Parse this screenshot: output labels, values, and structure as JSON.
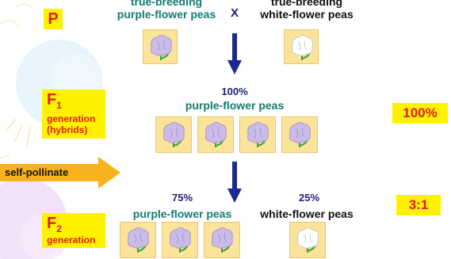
{
  "p_label": "P",
  "x_symbol": "X",
  "parents": {
    "left_line1": "true-breeding",
    "left_line2": "purple-flower peas",
    "right_line1": "true-breeding",
    "right_line2": "white-flower peas"
  },
  "f1": {
    "label_F": "F",
    "label_sub": "1",
    "label_line2": "generation",
    "label_line3": "(hybrids)",
    "percent": "100%",
    "desc": "purple-flower peas",
    "ratio": "100%"
  },
  "self_pollinate": "self-pollinate",
  "f2": {
    "label_F": "F",
    "label_sub": "2",
    "label_line2": "generation",
    "purple_percent": "75%",
    "purple_desc": "purple-flower peas",
    "white_percent": "25%",
    "white_desc": "white-flower peas",
    "ratio": "3:1"
  },
  "colors": {
    "label_bg": "#fff200",
    "label_text": "#e31b1b",
    "arrow": "#1b2a8f",
    "tile_bg": "#fbe39a",
    "purple_flower": "#cbbbe8",
    "white_flower": "#ffffff",
    "orange_arrow": "#f7b21e"
  },
  "icons": [
    "purple-flower-icon",
    "white-flower-icon",
    "down-arrow-icon",
    "right-arrow-icon"
  ]
}
